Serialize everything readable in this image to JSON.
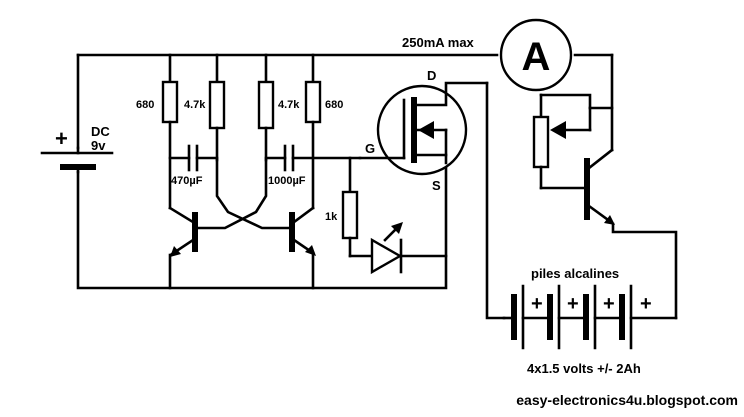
{
  "labels": {
    "current_max": "250mA max",
    "ammeter": "A",
    "supply_type": "DC",
    "supply_voltage": "9v",
    "supply_plus": "+",
    "r1": "680",
    "r2": "4.7k",
    "r3": "4.7k",
    "r4": "680",
    "c1": "470µF",
    "c2": "1000µF",
    "r_gate": "1k",
    "mosfet_gate": "G",
    "mosfet_drain": "D",
    "mosfet_source": "S",
    "battery_title": "piles alcalines",
    "battery_spec": "4x1.5 volts +/- 2Ah",
    "cell_plus": "+",
    "website": "easy-electronics4u.blogspot.com"
  }
}
